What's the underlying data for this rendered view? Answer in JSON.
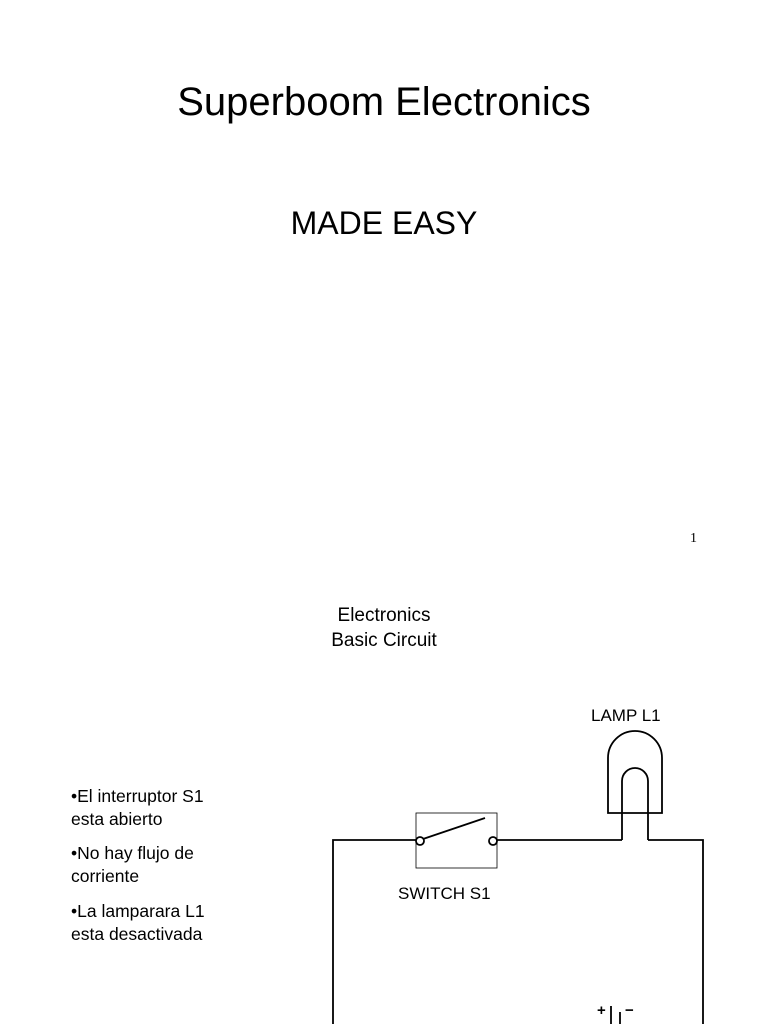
{
  "slide1": {
    "title": "Superboom Electronics",
    "subtitle": "MADE EASY",
    "page_number": "1"
  },
  "slide2": {
    "title_line1": "Electronics",
    "title_line2": "Basic Circuit",
    "bullets": [
      {
        "line1": "•El interruptor S1",
        "line2": "esta abierto"
      },
      {
        "line1": "•No hay flujo de",
        "line2": "corriente"
      },
      {
        "line1": "•La lamparara L1",
        "line2": "esta desactivada"
      }
    ],
    "circuit": {
      "lamp_label": "LAMP L1",
      "switch_label": "SWITCH S1",
      "battery_plus": "+",
      "battery_minus": "−",
      "wire_color": "#000000"
    }
  }
}
